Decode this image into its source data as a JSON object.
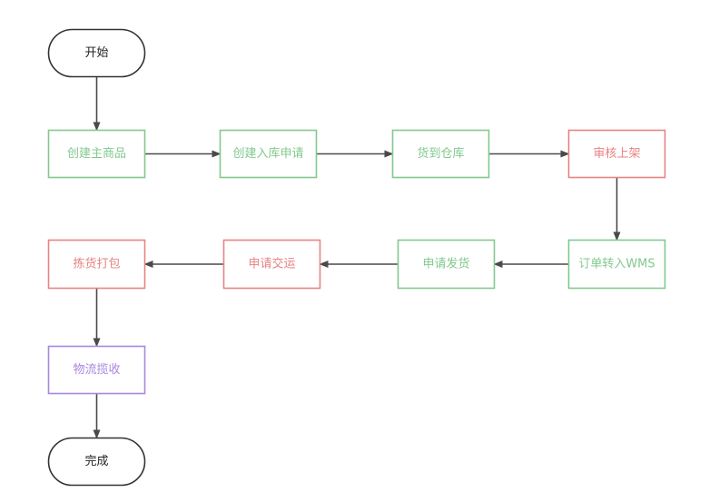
{
  "colors": {
    "green": "#82c98e",
    "red": "#e88383",
    "purple": "#a887e0",
    "black": "#333333",
    "arrow": "#4a4a4a"
  },
  "nodes": [
    {
      "id": "start",
      "label": "开始",
      "shape": "terminal",
      "color": "black"
    },
    {
      "id": "create-product",
      "label": "创建主商品",
      "shape": "process",
      "color": "green"
    },
    {
      "id": "create-inbound",
      "label": "创建入库申请",
      "shape": "process",
      "color": "green"
    },
    {
      "id": "goods-arrive",
      "label": "货到仓库",
      "shape": "process",
      "color": "green"
    },
    {
      "id": "review-shelve",
      "label": "审核上架",
      "shape": "process",
      "color": "red"
    },
    {
      "id": "order-wms",
      "label": "订单转入WMS",
      "shape": "process",
      "color": "green"
    },
    {
      "id": "apply-ship",
      "label": "申请发货",
      "shape": "process",
      "color": "green"
    },
    {
      "id": "apply-deliver",
      "label": "申请交运",
      "shape": "process",
      "color": "red"
    },
    {
      "id": "pick-pack",
      "label": "拣货打包",
      "shape": "process",
      "color": "red"
    },
    {
      "id": "logistics-pickup",
      "label": "物流揽收",
      "shape": "process",
      "color": "purple"
    },
    {
      "id": "finish",
      "label": "完成",
      "shape": "terminal",
      "color": "black"
    }
  ],
  "edges": [
    {
      "from": "start",
      "to": "create-product"
    },
    {
      "from": "create-product",
      "to": "create-inbound"
    },
    {
      "from": "create-inbound",
      "to": "goods-arrive"
    },
    {
      "from": "goods-arrive",
      "to": "review-shelve"
    },
    {
      "from": "review-shelve",
      "to": "order-wms"
    },
    {
      "from": "order-wms",
      "to": "apply-ship"
    },
    {
      "from": "apply-ship",
      "to": "apply-deliver"
    },
    {
      "from": "apply-deliver",
      "to": "pick-pack"
    },
    {
      "from": "pick-pack",
      "to": "logistics-pickup"
    },
    {
      "from": "logistics-pickup",
      "to": "finish"
    }
  ]
}
